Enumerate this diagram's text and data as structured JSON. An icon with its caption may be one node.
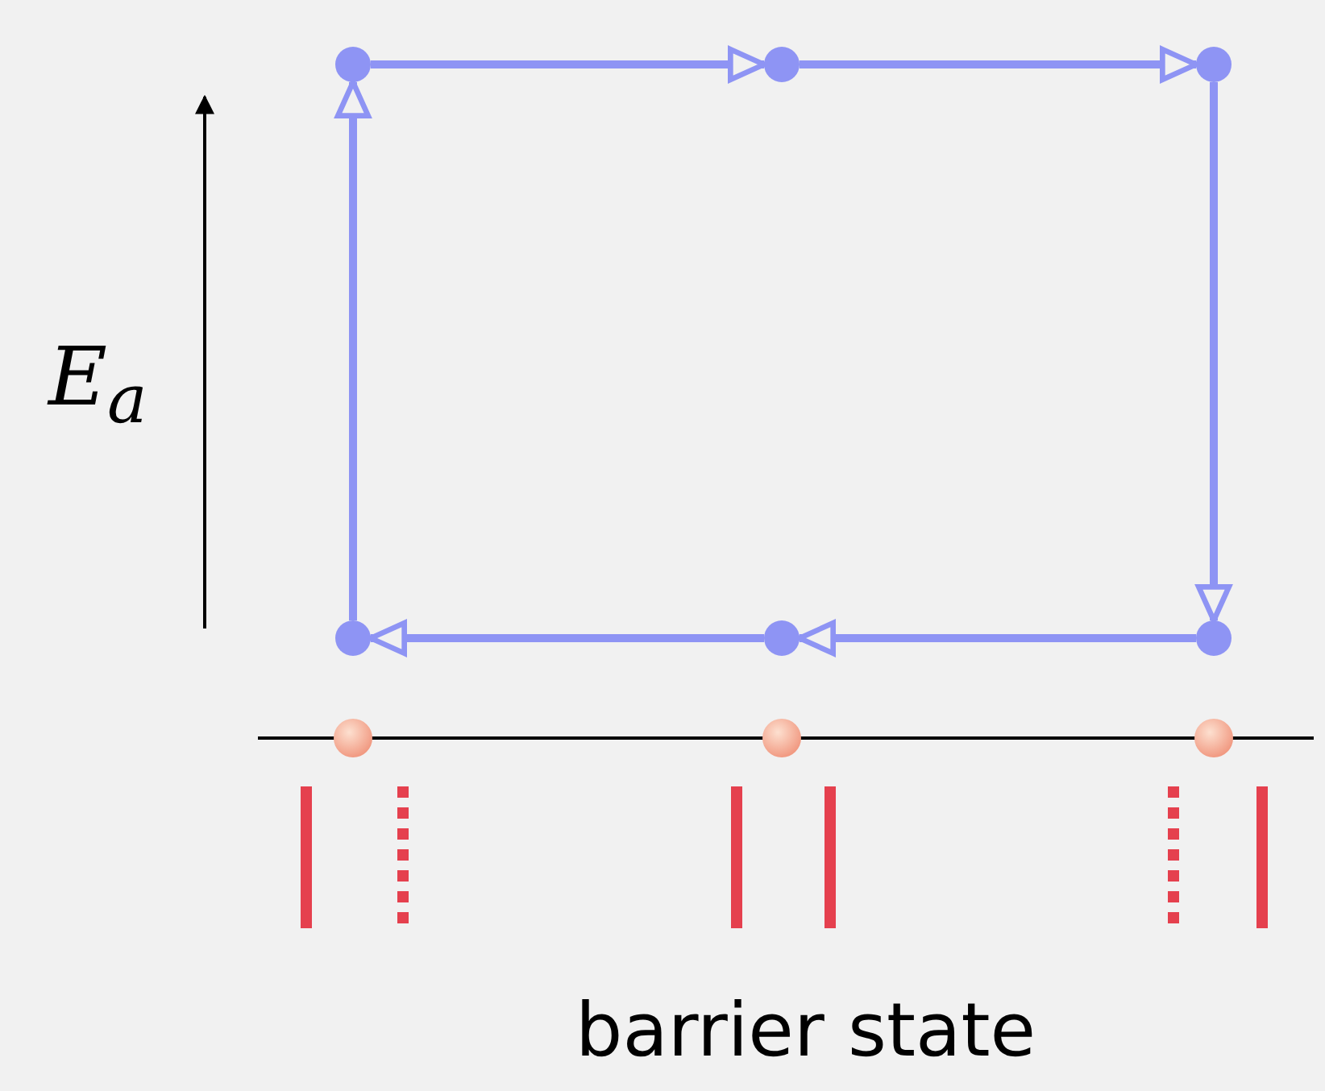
{
  "diagram": {
    "nodes": [
      {
        "text": [],
        "shape": "circle"
      },
      {
        "text": [],
        "shape": "circle"
      },
      {
        "text": [],
        "shape": "circle"
      },
      {
        "text": [],
        "shape": "circle"
      },
      {
        "text": [],
        "shape": "circle"
      },
      {
        "text": [],
        "shape": "circle"
      }
    ],
    "edges": [
      {
        "from": 0,
        "to": 1,
        "arrow": "to"
      },
      {
        "from": 1,
        "to": 2,
        "arrow": "to"
      },
      {
        "from": 2,
        "to": 5,
        "arrow": "to"
      },
      {
        "from": 5,
        "to": 4,
        "arrow": "to"
      },
      {
        "from": 4,
        "to": 3,
        "arrow": "to"
      },
      {
        "from": 3,
        "to": 0,
        "arrow": "to"
      }
    ],
    "labels": [
      "E$_{a}$",
      "barrier state"
    ]
  }
}
